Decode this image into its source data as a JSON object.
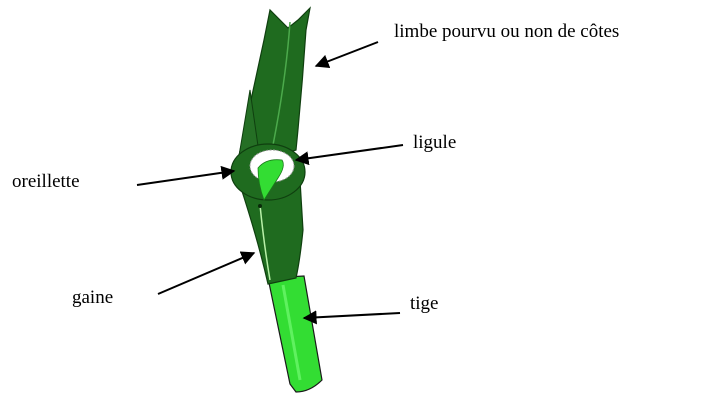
{
  "labels": {
    "limbe": "limbe pourvu ou non de côtes",
    "ligule": "ligule",
    "oreillette": "oreillette",
    "gaine": "gaine",
    "tige": "tige"
  },
  "colors": {
    "leaf_dark": "#1f6b1f",
    "leaf_mid": "#2d8a2d",
    "stem_light": "#33dd33",
    "ligule_white": "#ffffff",
    "arrow": "#000000"
  }
}
